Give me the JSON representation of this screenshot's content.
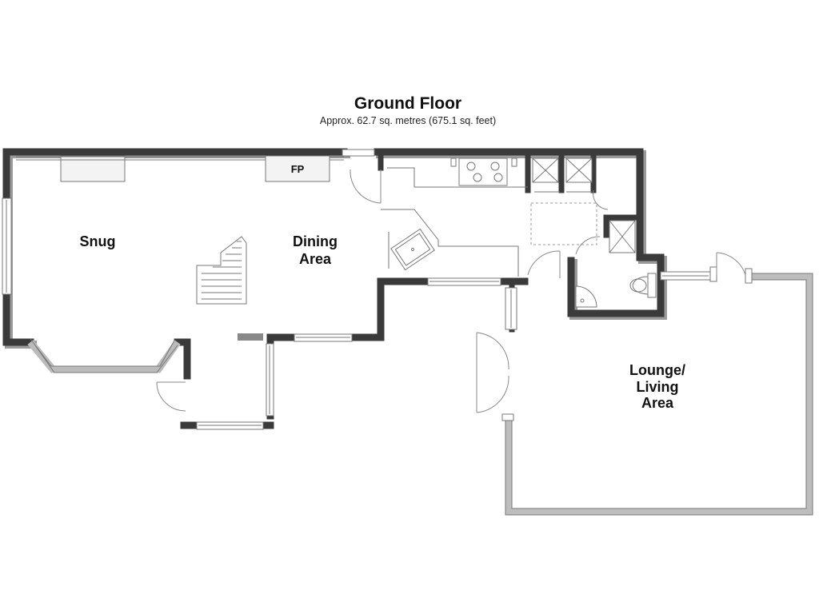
{
  "floorplan": {
    "title": "Ground Floor",
    "area_text": "Approx. 62.7 sq. metres (675.1 sq. feet)",
    "rooms": {
      "snug": "Snug",
      "dining_line1": "Dining",
      "dining_line2": "Area",
      "lounge_line1": "Lounge/",
      "lounge_line2": "Living",
      "lounge_line3": "Area"
    },
    "fireplace": "FP"
  },
  "colors": {
    "wall": "#3a3a3a",
    "wall_shadow": "#9a9a9a",
    "fixture_line": "#777777",
    "background": "#ffffff"
  }
}
